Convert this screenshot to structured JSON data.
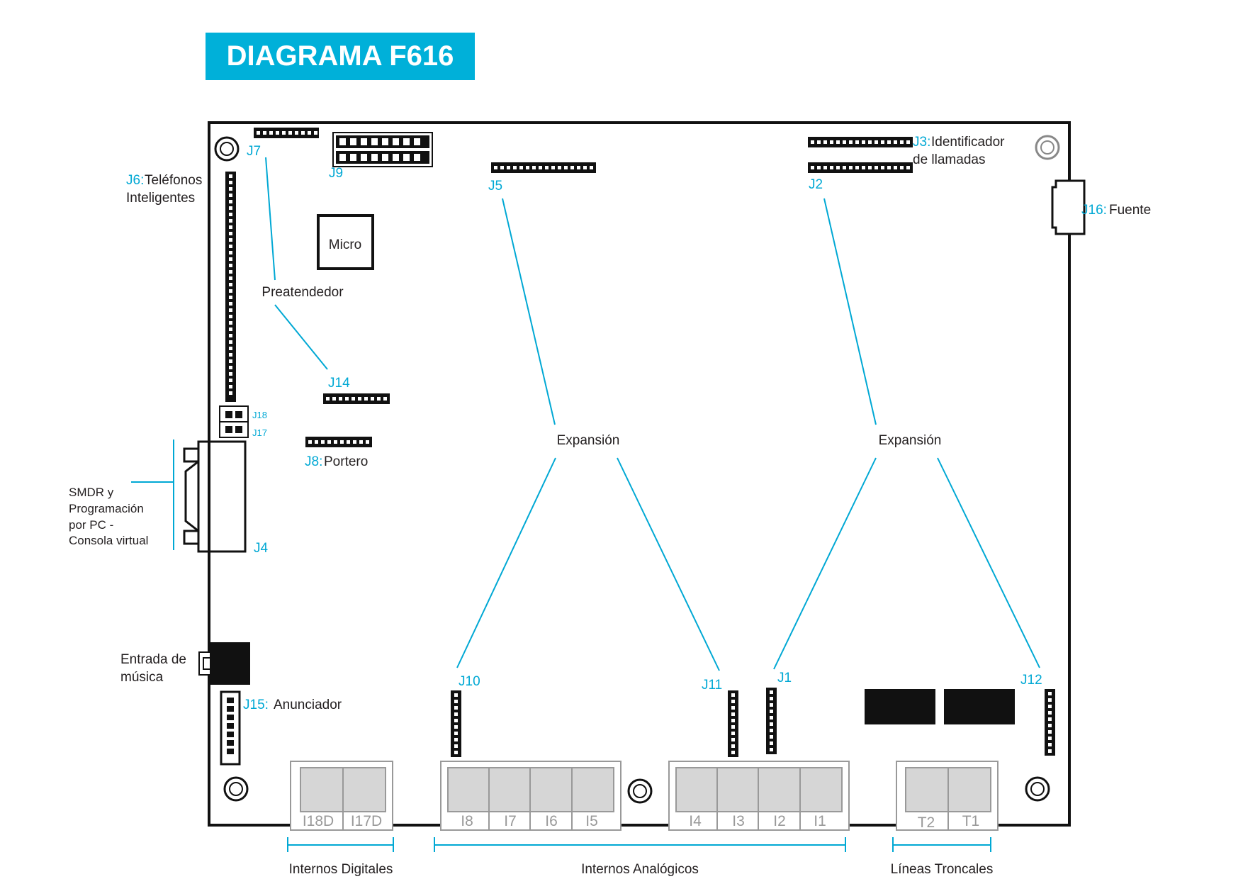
{
  "title": "DIAGRAMA F616",
  "colors": {
    "accent": "#00b0d9",
    "board_outline": "#111111",
    "terminal_gray": "#d6d6d6",
    "text": "#231f20"
  },
  "labels": {
    "j6_code": "J6:",
    "j6_line1": "Teléfonos",
    "j6_line2": "Inteligentes",
    "j7": "J7",
    "j9": "J9",
    "j5": "J5",
    "j2": "J2",
    "j3_code": "J3:",
    "j3_line1": "Identificador",
    "j3_line2": "de llamadas",
    "j16_code": "J16:",
    "j16_text": "Fuente",
    "micro": "Micro",
    "preatendedor": "Preatendedor",
    "j14": "J14",
    "j18": "J18",
    "j17": "J17",
    "j8_code": "J8:",
    "j8_text": "Portero",
    "smdr_1": "SMDR y",
    "smdr_2": "Programación",
    "smdr_3": "por PC -",
    "smdr_4": "Consola virtual",
    "j4": "J4",
    "expansion_left": "Expansión",
    "expansion_right": "Expansión",
    "music_1": "Entrada de",
    "music_2": "música",
    "j15_code": "J15:",
    "j15_text": "Anunciador",
    "j10": "J10",
    "j11": "J11",
    "j1": "J1",
    "j12": "J12"
  },
  "terminals": {
    "digital": [
      "I18D",
      "I17D"
    ],
    "analog_a": [
      "I8",
      "I7",
      "I6",
      "I5"
    ],
    "analog_b": [
      "I4",
      "I3",
      "I2",
      "I1"
    ],
    "trunk": [
      "T2",
      "T1"
    ]
  },
  "groups": {
    "digital": "Internos Digitales",
    "analog": "Internos Analógicos",
    "trunk": "Líneas Troncales"
  }
}
